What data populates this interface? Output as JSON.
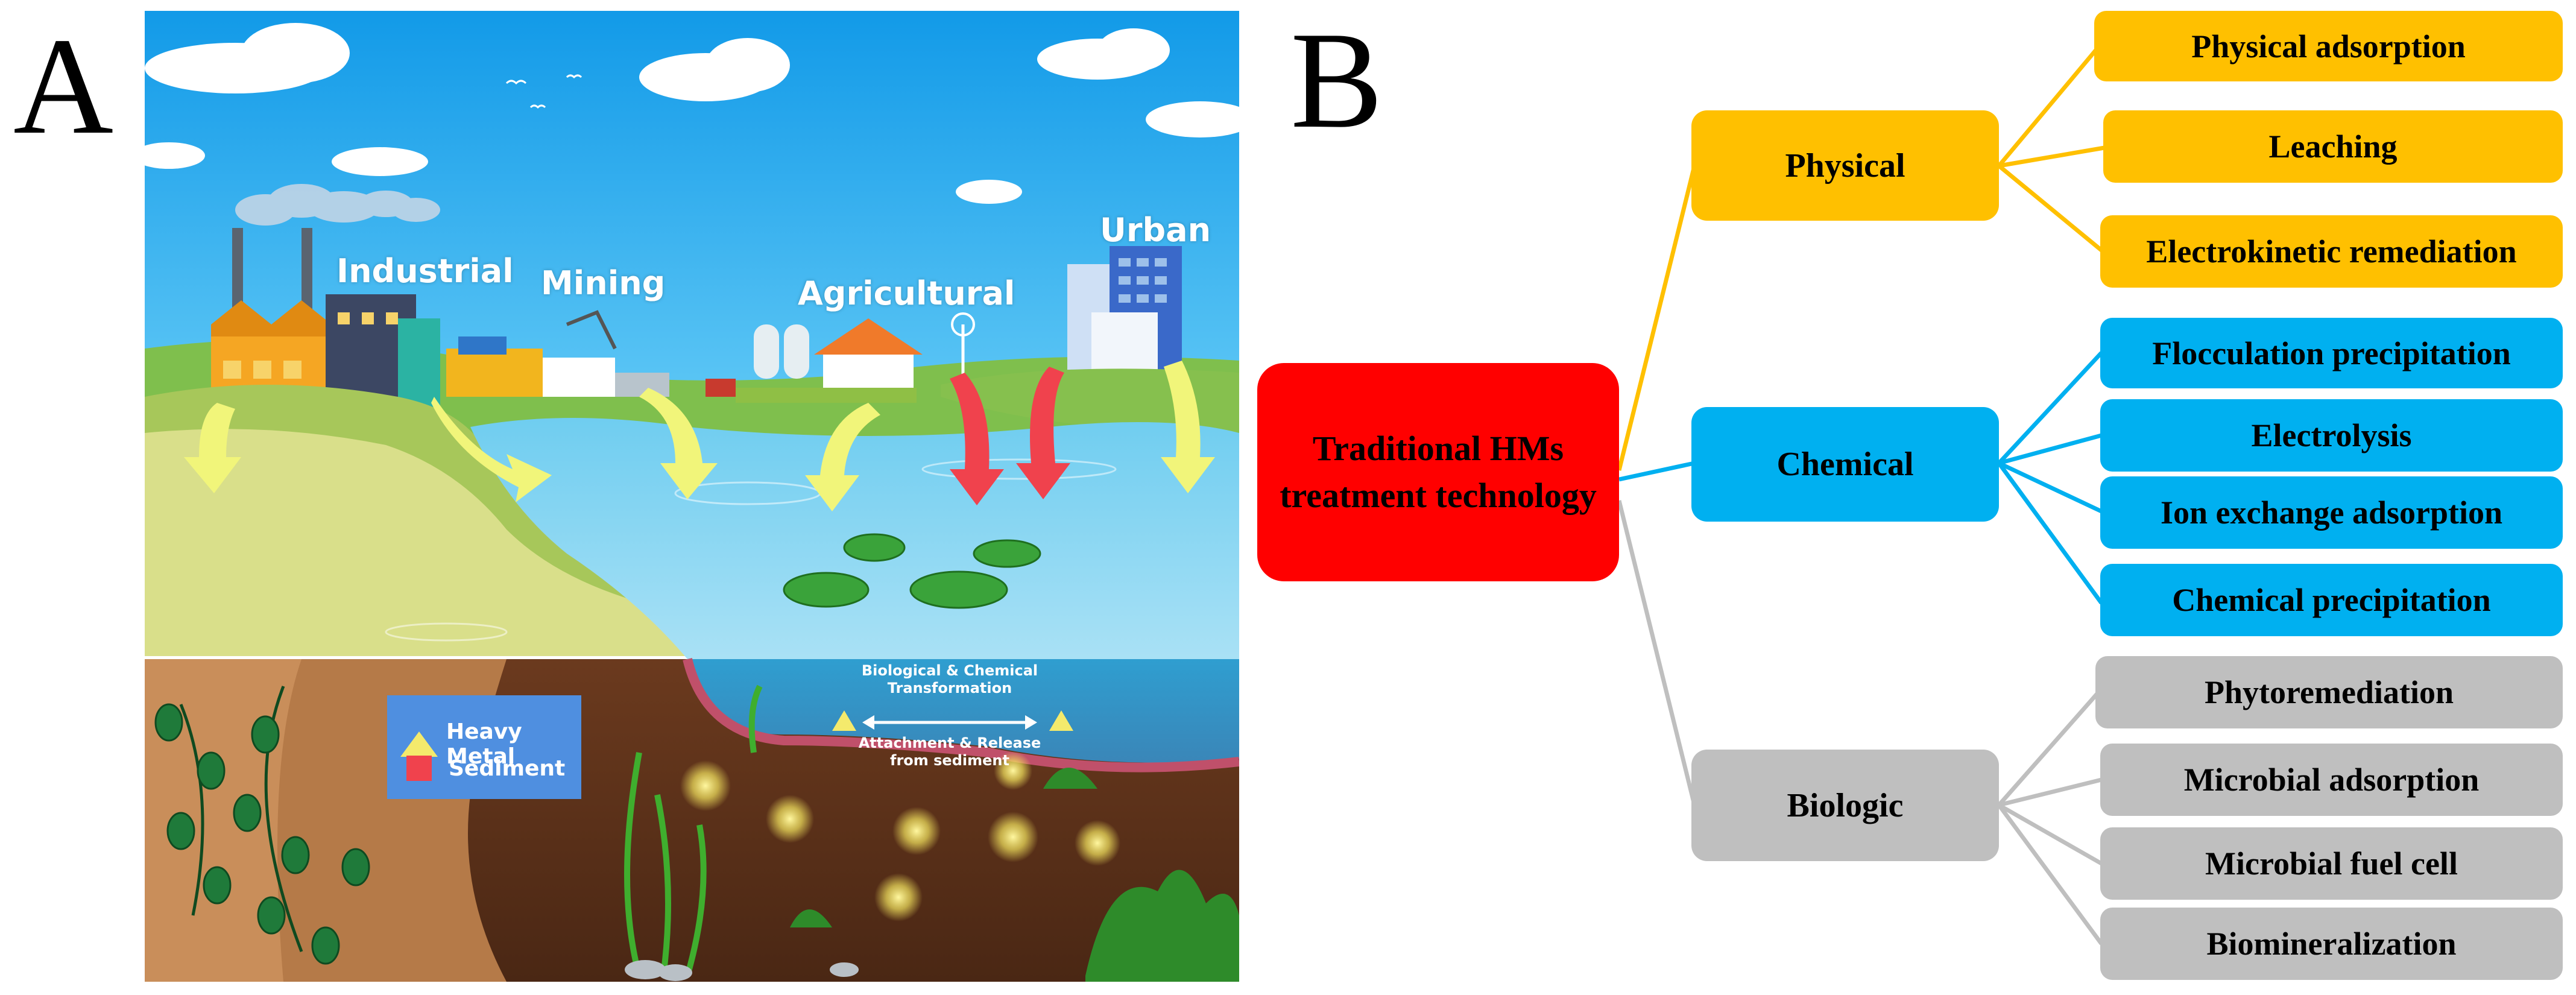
{
  "panels": {
    "a": "A",
    "b": "B"
  },
  "scene": {
    "sources": {
      "industrial": "Industrial",
      "mining": "Mining",
      "agricultural": "Agricultural",
      "urban": "Urban"
    },
    "legend": {
      "heavy_metal": "Heavy Metal",
      "sediment": "Sediment"
    },
    "transformation": {
      "top_line1": "Biological & Chemical",
      "top_line2": "Transformation",
      "bottom_line1": "Attachment & Release",
      "bottom_line2": "from sediment"
    },
    "colors": {
      "sky": "#1ea5ee",
      "water": "#8fd6f2",
      "soil": "#8a5230",
      "heavy_metal": "#f4ea6c",
      "sediment": "#f0424d",
      "arrow_yellow": "#f1f57a",
      "arrow_red": "#f0424d"
    }
  },
  "tree": {
    "root": {
      "line1": "Traditional HMs",
      "line2": "treatment technology",
      "color": "#ff0000"
    },
    "categories": [
      {
        "label": "Physical",
        "color": "#ffc000",
        "children": [
          "Physical adsorption",
          "Leaching",
          "Electrokinetic remediation"
        ]
      },
      {
        "label": "Chemical",
        "color": "#00b0f0",
        "children": [
          "Flocculation precipitation",
          "Electrolysis",
          "Ion exchange adsorption",
          "Chemical precipitation"
        ]
      },
      {
        "label": "Biologic",
        "color": "#bfbfbf",
        "children": [
          "Phytoremediation",
          "Microbial adsorption",
          "Microbial fuel cell",
          "Biomineralization"
        ]
      }
    ]
  }
}
